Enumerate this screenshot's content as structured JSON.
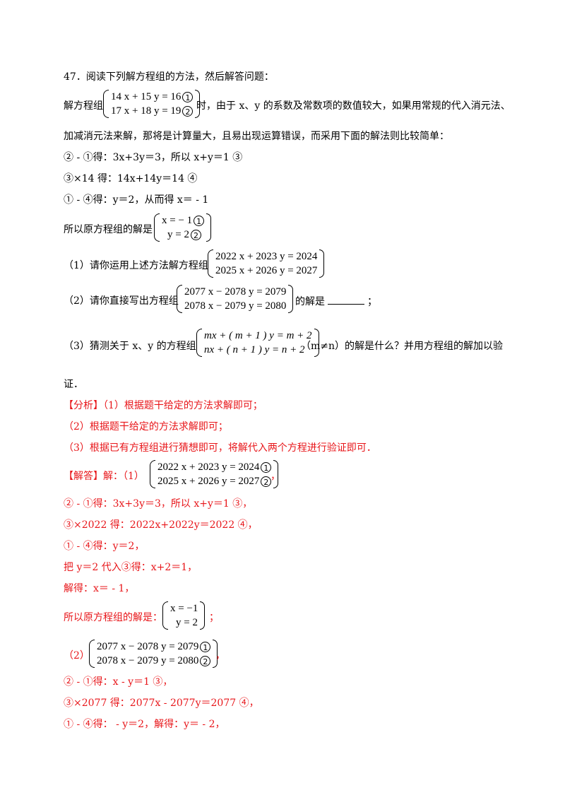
{
  "q_intro": "47．阅读下列解方程组的方法，然后解答问题：",
  "solve_prefix": "解方程组",
  "sys_main": {
    "eq1": "14 x + 15 y = 16",
    "eq2": "17 x + 18 y = 19",
    "m1": "1",
    "m2": "2"
  },
  "solve_suffix": "时，由于 x、y 的系数及常数项的数值较大，如果用常规的代入消元法、",
  "method_line": "加减消元法来解，那将是计算量大，且易出现运算错误，而采用下面的解法则比较简单：",
  "step1": "② - ①得：3x+3y＝3，所以 x+y＝1 ③",
  "step2": "③×14 得：14x+14y＝14 ④",
  "step3": "① - ④得：y＝2，从而得 x＝ - 1",
  "orig_prefix": "所以原方程组的解是",
  "sys_orig": {
    "eq1": "x = − 1",
    "eq2": "y = 2",
    "m1": "1",
    "m2": "2"
  },
  "p1_prefix": "（1）请你运用上述方法解方程组",
  "sys_p1": {
    "eq1": "2022 x + 2023 y = 2024",
    "eq2": "2025 x + 2026 y = 2027"
  },
  "p2_prefix": "（2）请你直接写出方程组",
  "sys_p2": {
    "eq1": "2077 x − 2078 y = 2079",
    "eq2": "2078 x − 2079 y = 2080"
  },
  "p2_suffix": "的解是",
  "p2_end": "；",
  "p3_prefix": "（3）猜测关于 x、y 的方程组",
  "sys_p3": {
    "eq1": "mx + ( m + 1 ) y = m + 2",
    "eq2": "nx + ( n + 1 ) y = n + 2"
  },
  "p3_suffix": "（m≠n）的解是什么？并用方程组的解加以验",
  "p3_cont": "证．",
  "analysis_tag": "【分析】",
  "analysis1": "（1）根据题干给定的方法求解即可；",
  "analysis2": "（2）根据题干给定的方法求解即可；",
  "analysis3": "（3）根据已有方程组进行猜想即可，将解代入两个方程进行验证即可．",
  "answer_tag": "【解答】",
  "answer_prefix": "解：（1）",
  "sys_a1": {
    "eq1": "2022 x + 2023 y = 2024",
    "eq2": "2025 x + 2026 y = 2027",
    "m1": "1",
    "m2": "2"
  },
  "a1_comma": "，",
  "a_step1": "② - ①得：3x+3y＝3，所以 x+y＝1 ③，",
  "a_step2": "③×2022 得：2022x+2022y＝2022 ④，",
  "a_step3": "① - ④得：y＝2，",
  "a_step4": "把 y＝2 代入③得：x+2＝1，",
  "a_step5": "解得：x＝ - 1，",
  "a_orig_prefix": "所以原方程组的解是：",
  "sys_a_orig": {
    "eq1": "x = −1",
    "eq2": "y = 2"
  },
  "a_orig_suffix": "；",
  "a2_prefix": "（2）",
  "sys_a2": {
    "eq1": "2077 x − 2078 y = 2079",
    "eq2": "2078 x − 2079 y = 2080",
    "m1": "1",
    "m2": "2"
  },
  "a2_comma": "，",
  "b_step1": "② - ①得：x - y＝1 ③，",
  "b_step2": "③×2077 得：2077x - 2077y＝2077 ④，",
  "b_step3": "① - ④得： - y＝2，解得：y＝ - 2，",
  "colors": {
    "text": "#000000",
    "answer": "#e8161a"
  }
}
